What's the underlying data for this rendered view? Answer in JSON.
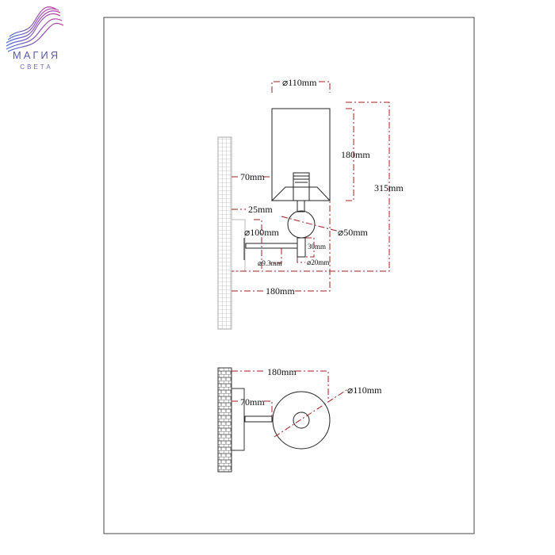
{
  "logo": {
    "line1": "МАГИЯ",
    "line2": "СВЕТА"
  },
  "side_view": {
    "shade_diameter": "⌀110mm",
    "shade_height": "180mm",
    "total_height": "315mm",
    "shade_offset": "70mm",
    "arm_offset": "25mm",
    "base_diameter": "⌀100mm",
    "ball_diameter": "⌀50mm",
    "socket_height": "30mm",
    "socket_diameter": "⌀20mm",
    "arm_diameter": "⌀9.3mm",
    "depth": "180mm"
  },
  "top_view": {
    "depth": "180mm",
    "shade_offset": "70mm",
    "shade_diameter": "⌀110mm"
  },
  "colors": {
    "dimension": "#a02020",
    "line": "#222222"
  }
}
